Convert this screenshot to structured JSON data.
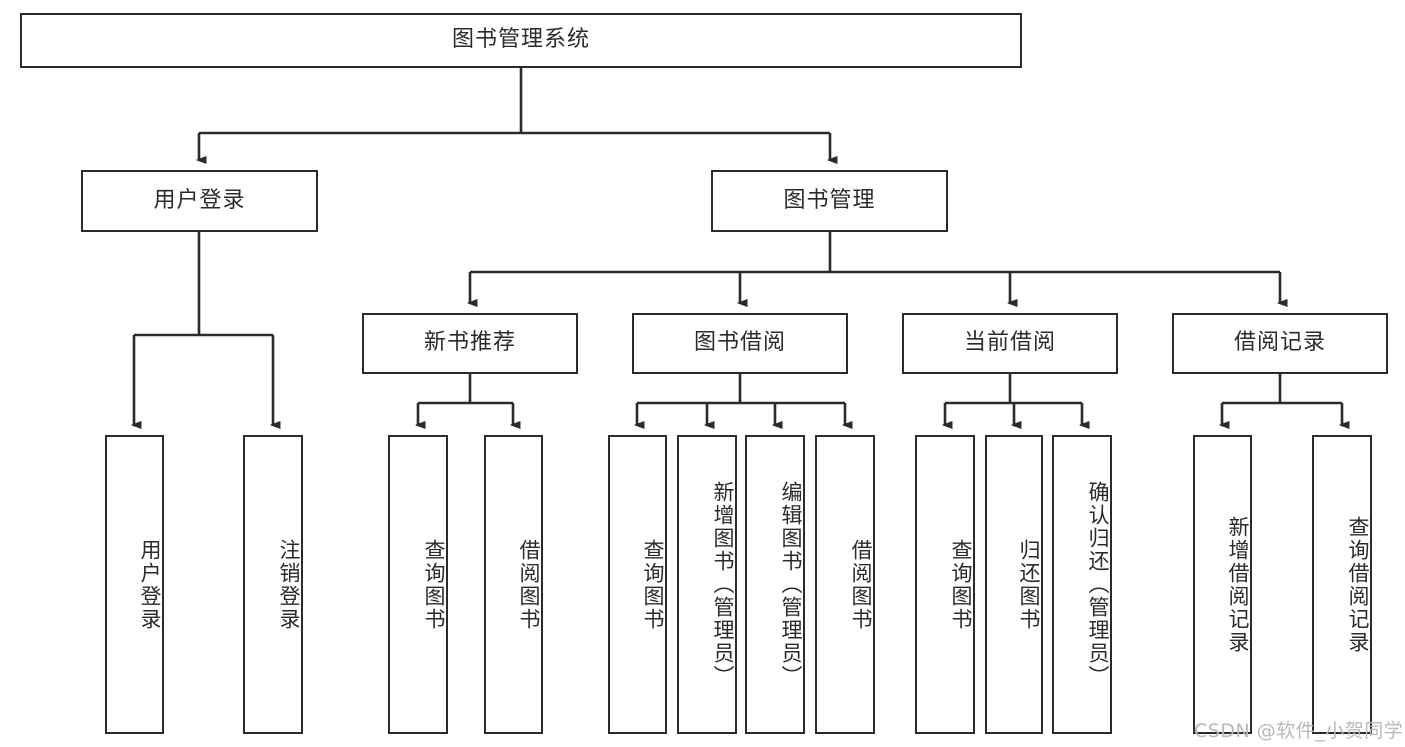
{
  "diagram": {
    "title": "图书管理系统",
    "type": "tree-hierarchy",
    "line_color": "#2b2b2b",
    "box_fill": "#ffffff",
    "text_color": "#2b2b2b",
    "root": {
      "label": "图书管理系统"
    },
    "level2": [
      {
        "label": "用户登录"
      },
      {
        "label": "图书管理"
      }
    ],
    "level3": [
      {
        "label": "新书推荐"
      },
      {
        "label": "图书借阅"
      },
      {
        "label": "当前借阅"
      },
      {
        "label": "借阅记录"
      }
    ],
    "leaves": {
      "user_login": [
        {
          "label": "用户登录"
        },
        {
          "label": "注销登录"
        }
      ],
      "new_book_recommend": [
        {
          "label": "查询图书"
        },
        {
          "label": "借阅图书"
        }
      ],
      "book_borrow": [
        {
          "label": "查询图书"
        },
        {
          "label": "新增图书（管理员）"
        },
        {
          "label": "编辑图书（管理员）"
        },
        {
          "label": "借阅图书"
        }
      ],
      "current_borrow": [
        {
          "label": "查询图书"
        },
        {
          "label": "归还图书"
        },
        {
          "label": "确认归还（管理员）"
        }
      ],
      "borrow_record": [
        {
          "label": "新增借阅记录"
        },
        {
          "label": "查询借阅记录"
        }
      ]
    }
  },
  "watermark": {
    "text": "CSDN @软件_小贺同学",
    "color": "#b9b9b9"
  }
}
